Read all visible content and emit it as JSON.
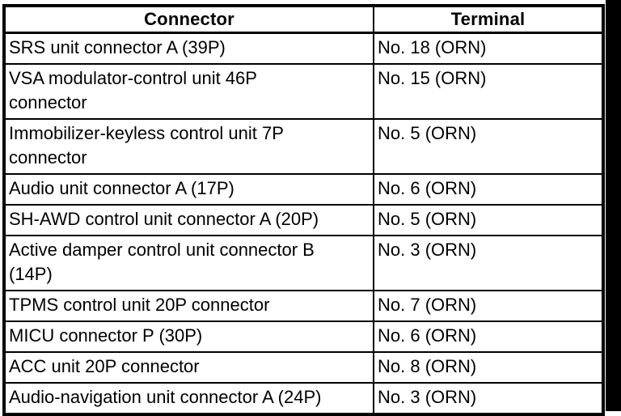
{
  "page": {
    "background_color": "#ffffff",
    "scan_edge_bar_color": "#000000",
    "text_color": "#000000",
    "border_color": "#000000"
  },
  "table": {
    "columns": [
      {
        "key": "connector",
        "label": "Connector"
      },
      {
        "key": "terminal",
        "label": "Terminal"
      }
    ],
    "rows": [
      {
        "connector": "SRS unit connector A (39P)",
        "terminal": "No. 18 (ORN)"
      },
      {
        "connector": "VSA modulator-control unit 46P\nconnector",
        "terminal": "No. 15 (ORN)"
      },
      {
        "connector": "Immobilizer-keyless control unit 7P\nconnector",
        "terminal": "No. 5 (ORN)"
      },
      {
        "connector": "Audio unit connector A (17P)",
        "terminal": "No. 6 (ORN)"
      },
      {
        "connector": "SH-AWD control unit connector A (20P)",
        "terminal": "No. 5 (ORN)"
      },
      {
        "connector": "Active damper control unit connector B\n(14P)",
        "terminal": "No. 3 (ORN)"
      },
      {
        "connector": "TPMS control unit 20P connector",
        "terminal": "No. 7 (ORN)"
      },
      {
        "connector": "MICU connector P (30P)",
        "terminal": "No. 6 (ORN)"
      },
      {
        "connector": "ACC unit 20P connector",
        "terminal": "No. 8 (ORN)"
      },
      {
        "connector": "Audio-navigation unit connector A (24P)",
        "terminal": "No. 3 (ORN)"
      }
    ]
  }
}
